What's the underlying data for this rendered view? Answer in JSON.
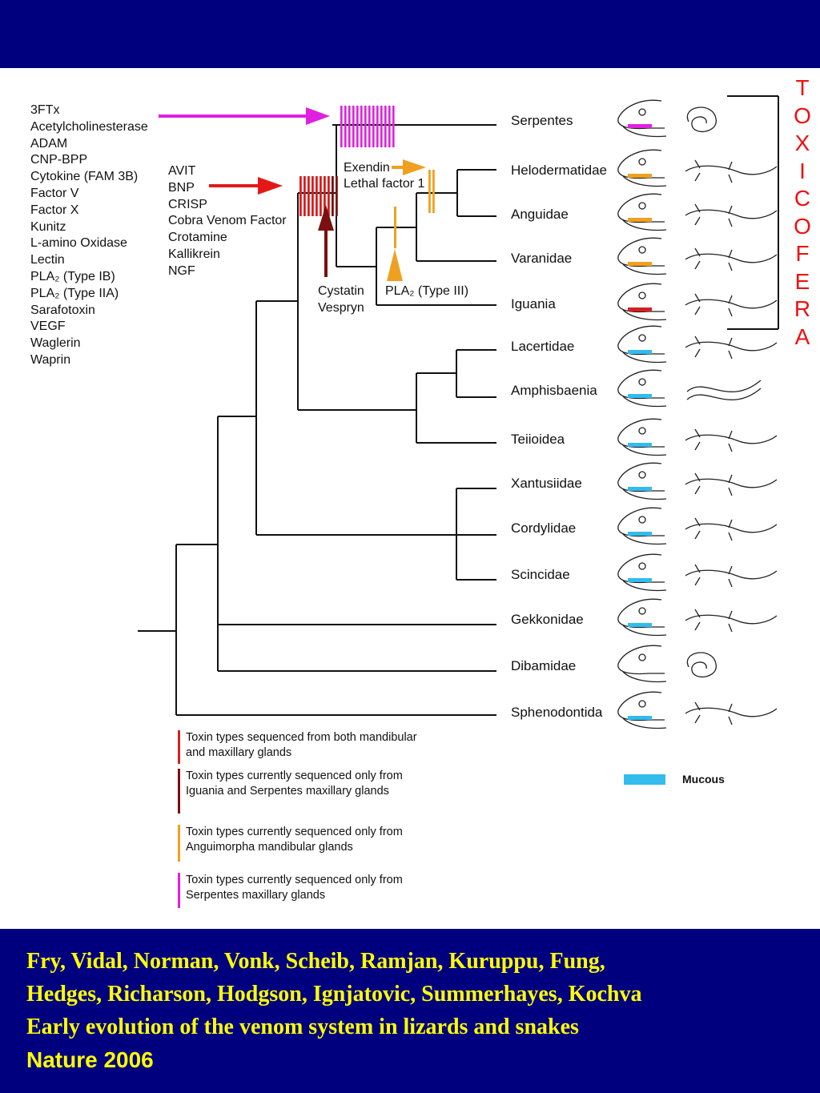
{
  "colors": {
    "banner": "#00007f",
    "citation_text": "#ffff00",
    "toxicofera": "#ee1111",
    "both_glands": "#d42020",
    "maxillary_iguania_serpentes": "#7a1010",
    "anguimorpha": "#f0a020",
    "serpentes": "#e020e0",
    "mucous": "#33bbee"
  },
  "toxins_left": [
    "3FTx",
    "Acetylcholinesterase",
    "ADAM",
    "CNP-BPP",
    "Cytokine (FAM 3B)",
    "Factor V",
    "Factor X",
    "Kunitz",
    "L-amino Oxidase",
    "Lectin",
    "PLA₂ (Type IB)",
    "PLA₂ (Type IIA)",
    "Sarafotoxin",
    "VEGF",
    "Waglerin",
    "Waprin"
  ],
  "toxins_middle": [
    "AVIT",
    "BNP",
    "CRISP",
    "Cobra Venom Factor",
    "Crotamine",
    "Kallikrein",
    "NGF"
  ],
  "annotations": {
    "exendin": "Exendin",
    "lethal_factor": "Lethal factor 1",
    "cystatin": "Cystatin",
    "vespryn": "Vespryn",
    "pla2_type3": "PLA₂ (Type III)"
  },
  "taxa": [
    "Serpentes",
    "Helodermatidae",
    "Anguidae",
    "Varanidae",
    "Iguania",
    "Lacertidae",
    "Amphisbaenia",
    "Teiioidea",
    "Xantusiidae",
    "Cordylidae",
    "Scincidae",
    "Gekkonidae",
    "Dibamidae",
    "Sphenodontida"
  ],
  "toxicofera_letters": [
    "T",
    "O",
    "X",
    "I",
    "C",
    "O",
    "F",
    "E",
    "R",
    "A"
  ],
  "legend": [
    "Toxin types sequenced from both mandibular and maxillary glands",
    "Toxin types currently sequenced only from Iguania and Serpentes maxillary glands",
    "Toxin types currently sequenced only from Anguimorpha mandibular glands",
    "Toxin types currently sequenced only from Serpentes maxillary glands"
  ],
  "mucous_label": "Mucous",
  "citation": {
    "authors_line1": "Fry, Vidal, Norman, Vonk, Scheib, Ramjan, Kuruppu, Fung,",
    "authors_line2": "Hedges, Richarson, Hodgson, Ignjatovic, Summerhayes, Kochva",
    "title": "Early evolution of the venom system in lizards and snakes",
    "journal": "Nature 2006"
  }
}
